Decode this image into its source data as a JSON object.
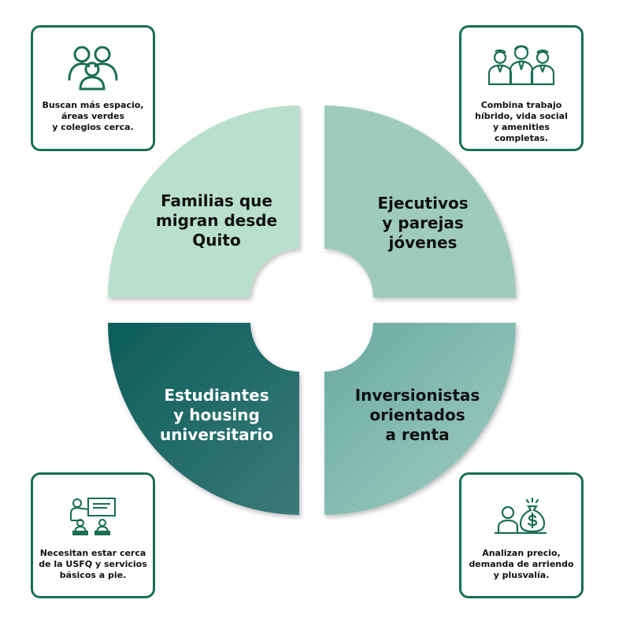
{
  "segments": {
    "top_left": {
      "label": "Familias que\nmigran desde\nQuito",
      "color": "#b9dfcd"
    },
    "top_right": {
      "label": "Ejecutivos\ny parejas\njóvenes",
      "color": "#9fcbbd"
    },
    "bottom_left": {
      "label": "Estudiantes\ny housing\nuniversitario",
      "color_start": "#0c5e5a",
      "color_end": "#3b7a78"
    },
    "bottom_right": {
      "label": "Inversionistas\norientados\na renta",
      "color_start": "#6aaaa2",
      "color_end": "#a1cdc1"
    }
  },
  "cards": {
    "top_left": {
      "text": "Buscan más espacio,\náreas verdes\ny colegios cerca.",
      "icon": "family-icon"
    },
    "top_right": {
      "text": "Combina trabajo\nhíbrido, vida social\ny amenities\ncompletas.",
      "icon": "business-team-icon"
    },
    "bottom_left": {
      "text": "Necesitan estar cerca\nde la USFQ y servicios\nbásicos a pie.",
      "icon": "classroom-icon"
    },
    "bottom_right": {
      "text": "Analizan precio,\ndemanda de arriendo\ny plusvalía.",
      "icon": "investor-money-bag-icon"
    }
  },
  "accent_color": "#1a6e54"
}
